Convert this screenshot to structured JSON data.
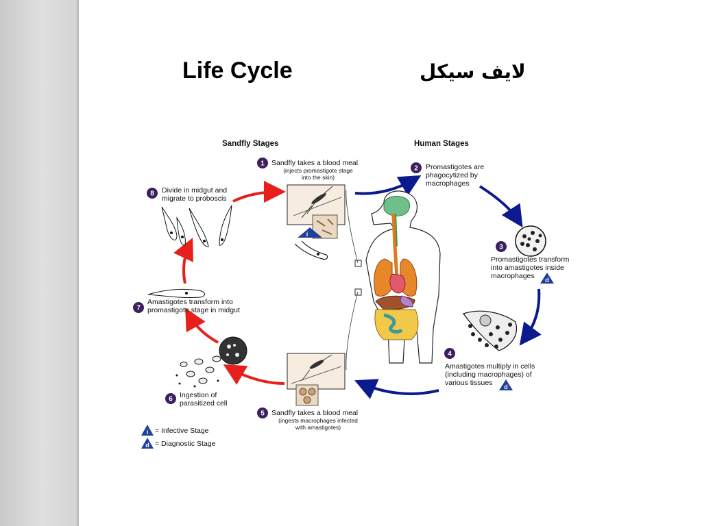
{
  "slide": {
    "title_en": "Life Cycle",
    "title_ar": "لايف سيكل"
  },
  "diagram": {
    "sandfly_header": "Sandfly Stages",
    "human_header": "Human Stages",
    "steps": [
      {
        "num": "1",
        "lines": [
          "Sandfly takes a blood meal"
        ],
        "sublines": [
          "(injects promastigote stage",
          "into the skin)"
        ]
      },
      {
        "num": "2",
        "lines": [
          "Promastigotes are",
          "phagocytized by",
          "macrophages"
        ],
        "sublines": []
      },
      {
        "num": "3",
        "lines": [
          "Promastigotes transform",
          "into amastigotes inside",
          "macrophages"
        ],
        "sublines": []
      },
      {
        "num": "4",
        "lines": [
          "Amastigotes multiply in cells",
          "(including macrophages) of",
          "various tissues"
        ],
        "sublines": []
      },
      {
        "num": "5",
        "lines": [
          "Sandfly takes a blood meal"
        ],
        "sublines": [
          "(ingests macrophages infected",
          "with amastigotes)"
        ]
      },
      {
        "num": "6",
        "lines": [
          "Ingestion of",
          "parasitized cell"
        ],
        "sublines": []
      },
      {
        "num": "7",
        "lines": [
          "Amastigotes transform into",
          "promastigote stage in midgut"
        ],
        "sublines": []
      },
      {
        "num": "8",
        "lines": [
          "Divide in midgut and",
          "migrate to proboscis"
        ],
        "sublines": []
      }
    ],
    "legend": {
      "infective_symbol": "i",
      "infective_label": "= Infective Stage",
      "diagnostic_symbol": "d",
      "diagnostic_label": "= Diagnostic Stage"
    },
    "colors": {
      "step_circle": "#3b1f5e",
      "sandfly_arrow": "#e8201c",
      "human_arrow": "#0b1a8c",
      "stage_triangle": "#1f3f99"
    }
  }
}
